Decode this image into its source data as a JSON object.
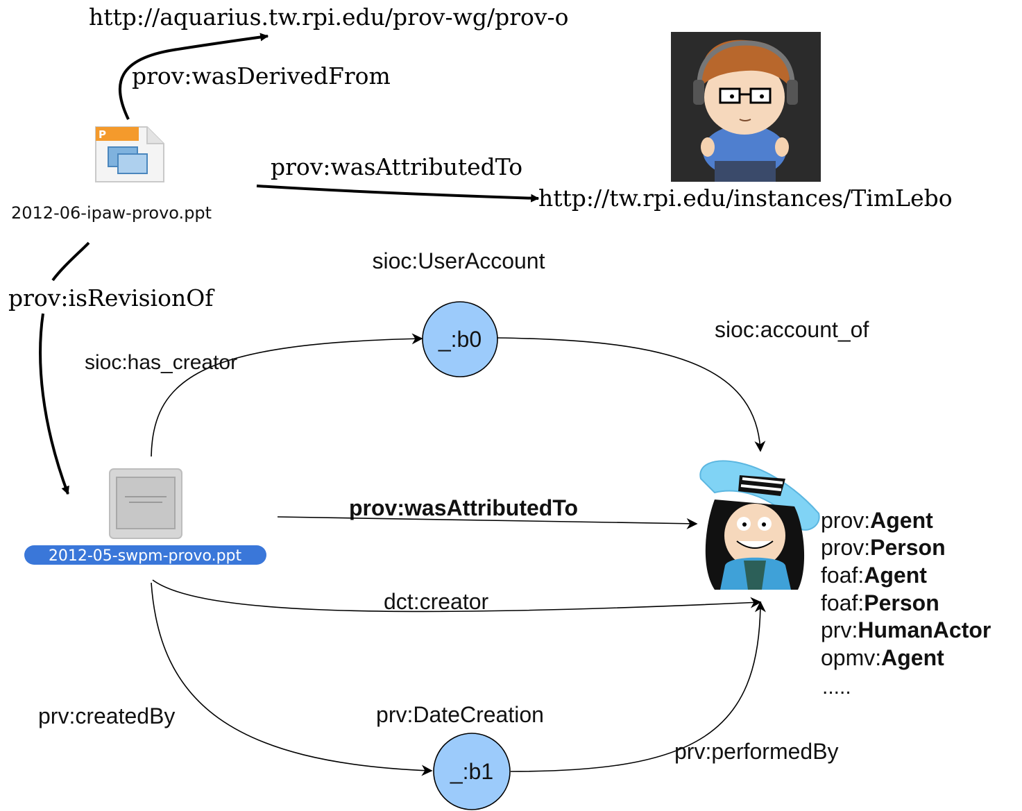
{
  "top": {
    "uri_prov_o": "http://aquarius.tw.rpi.edu/prov-wg/prov-o",
    "was_derived_from": "prov:wasDerivedFrom",
    "was_attributed_to": "prov:wasAttributedTo",
    "uri_timlebo": "http://tw.rpi.edu/instances/TimLebo",
    "file_2012_06": "2012-06-ipaw-provo.ppt",
    "is_revision_of": "prov:isRevisionOf"
  },
  "bottom": {
    "file_2012_05": "2012-05-swpm-provo.ppt",
    "user_account_type": "sioc:UserAccount",
    "node_b0": "_:b0",
    "has_creator": "sioc:has_creator",
    "account_of": "sioc:account_of",
    "was_attributed_to_bold": "prov:wasAttributedTo",
    "dct_creator": "dct:creator",
    "created_by": "prv:createdBy",
    "date_creation_type": "prv:DateCreation",
    "node_b1": "_:b1",
    "performed_by": "prv:performedBy"
  },
  "agent_types": [
    {
      "prefix": "prov:",
      "name": "Agent"
    },
    {
      "prefix": "prov:",
      "name": "Person"
    },
    {
      "prefix": "foaf:",
      "name": "Agent"
    },
    {
      "prefix": "foaf:",
      "name": "Person"
    },
    {
      "prefix": "prv:",
      "name": "HumanActor"
    },
    {
      "prefix": "opmv:",
      "name": "Agent"
    }
  ],
  "agent_types_more": ".....",
  "colors": {
    "node_fill": "#9ccbfb",
    "file_label_bg": "#3a77d9",
    "avatar_bg": "#2b2b2b"
  }
}
